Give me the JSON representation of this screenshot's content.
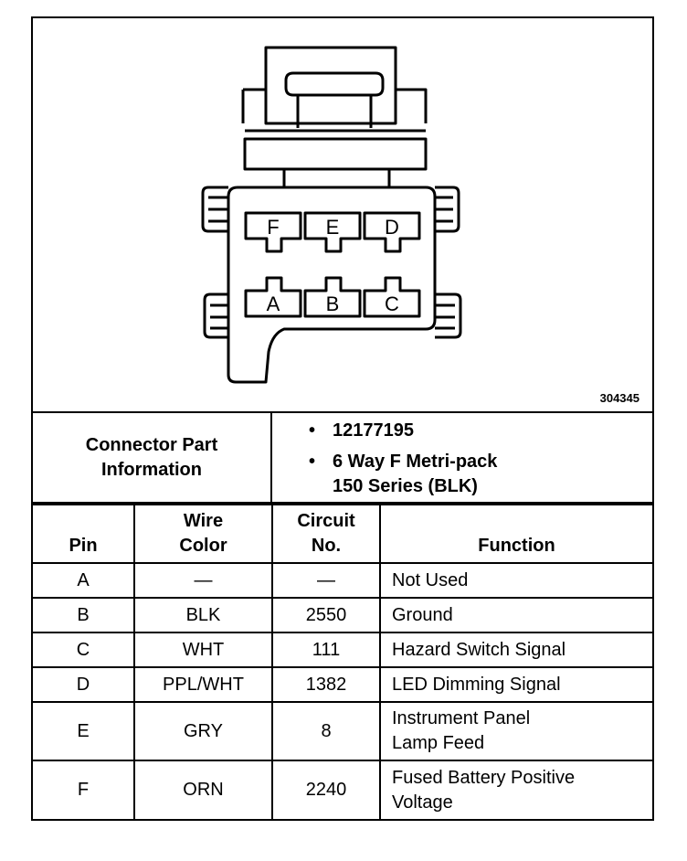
{
  "figure_id": "304345",
  "connector_info": {
    "label_line1": "Connector Part",
    "label_line2": "Information",
    "part_number": "12177195",
    "description_line1": "6 Way F Metri-pack",
    "description_line2": "150 Series (BLK)",
    "bullet": "•"
  },
  "pin_letters": [
    "F",
    "E",
    "D",
    "A",
    "B",
    "C"
  ],
  "table": {
    "headers": {
      "pin": "Pin",
      "wire_color_line1": "Wire",
      "wire_color_line2": "Color",
      "circuit_line1": "Circuit",
      "circuit_line2": "No.",
      "function": "Function"
    },
    "rows": [
      {
        "pin": "A",
        "color": "—",
        "circuit": "—",
        "function": [
          "Not Used"
        ]
      },
      {
        "pin": "B",
        "color": "BLK",
        "circuit": "2550",
        "function": [
          "Ground"
        ]
      },
      {
        "pin": "C",
        "color": "WHT",
        "circuit": "111",
        "function": [
          "Hazard Switch Signal"
        ]
      },
      {
        "pin": "D",
        "color": "PPL/WHT",
        "circuit": "1382",
        "function": [
          "LED Dimming Signal"
        ]
      },
      {
        "pin": "E",
        "color": "GRY",
        "circuit": "8",
        "function": [
          "Instrument Panel",
          "Lamp Feed"
        ]
      },
      {
        "pin": "F",
        "color": "ORN",
        "circuit": "2240",
        "function": [
          "Fused Battery Positive",
          "Voltage"
        ]
      }
    ]
  }
}
